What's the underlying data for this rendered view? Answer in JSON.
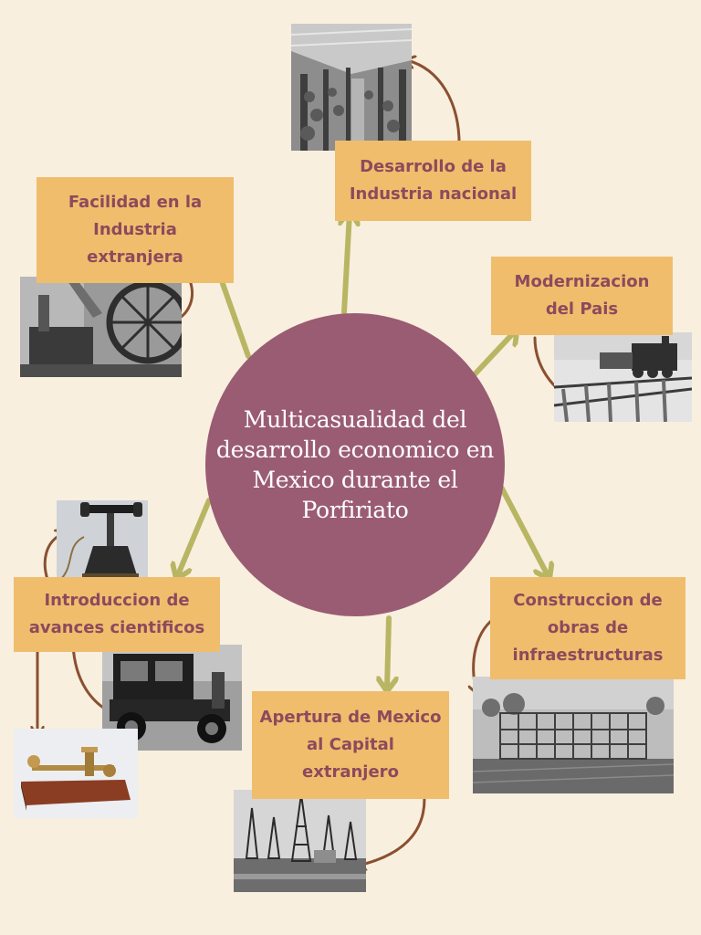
{
  "center": {
    "title": "Multicasualidad del\ndesarrollo economico en\nMexico durante el\nPorfiriato"
  },
  "nodes": {
    "industria_nacional": "Desarrollo de la\nIndustria nacional",
    "industria_extranjera": "Facilidad en la\nIndustria\nextranjera",
    "modernizacion": "Modernizacion\ndel Pais",
    "avances_cientificos": "Introduccion de\navances cientificos",
    "infraestructuras": "Construccion de\nobras de\ninfraestructuras",
    "capital_extranjero": "Apertura de Mexico\nal Capital\nextranjero"
  },
  "colors": {
    "background": "#f8efdf",
    "box": "#f0bd6d",
    "box_text": "#8c4a5c",
    "circle": "#9a5c72",
    "green_arrow": "#b9b663",
    "brown_arrow": "#8a5030"
  },
  "images": [
    "factory-workers-photo",
    "industrial-machinery-photo",
    "railroad-train-photo",
    "antique-telephone-photo",
    "antique-automobile-photo",
    "telegraph-key-photo",
    "construction-site-photo",
    "oil-derricks-photo"
  ]
}
